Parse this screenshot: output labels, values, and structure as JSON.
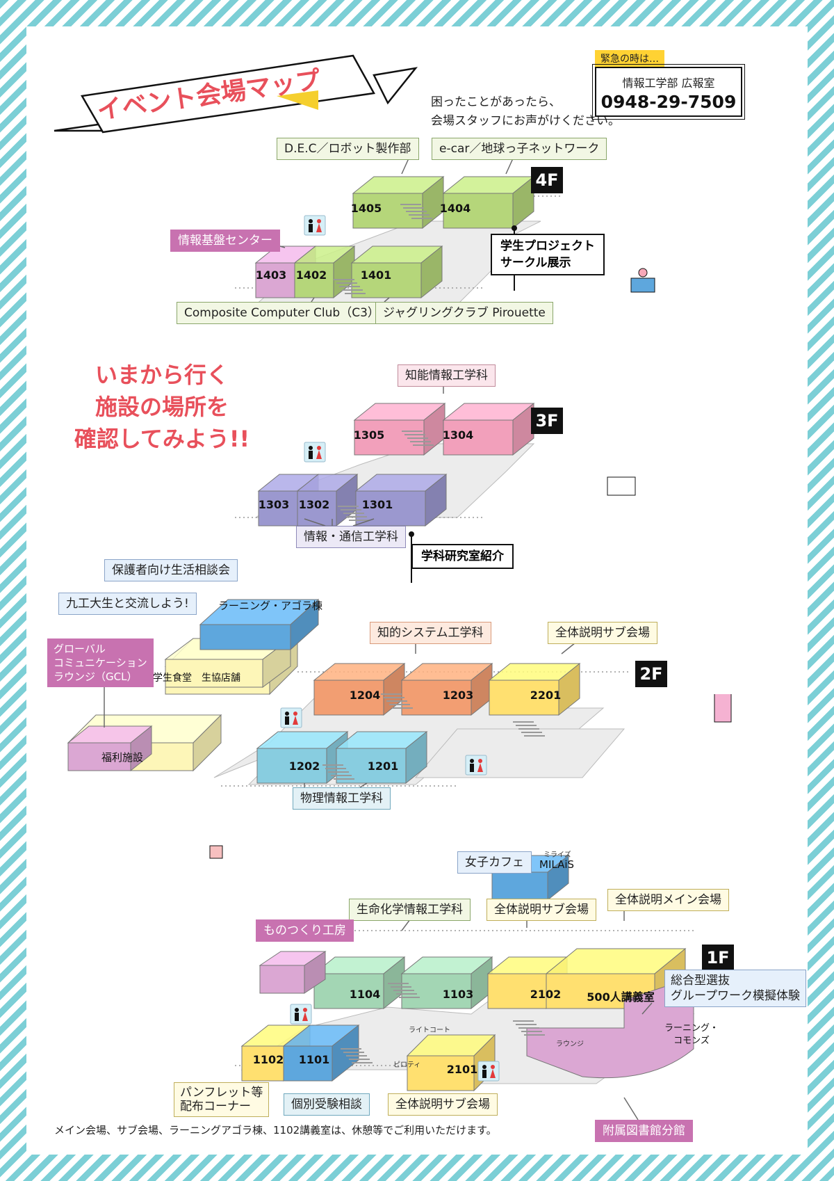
{
  "header": {
    "title": "イベント会場マップ",
    "help_line1": "困ったことがあったら、",
    "help_line2": "会場スタッフにお声がけください。",
    "emergency_tag": "緊急の時は…",
    "emergency_dept": "情報工学部 広報室",
    "emergency_phone": "0948-29-7509"
  },
  "message": {
    "line1": "いまから行く",
    "line2": "施設の場所を",
    "line3": "確認してみよう!!"
  },
  "flags": {
    "f4": "学生プロジェクト\nサークル展示",
    "f4_l1": "学生プロジェクト",
    "f4_l2": "サークル展示",
    "f3": "学科研究室紹介"
  },
  "floor4": {
    "floor": "4F",
    "rooms": [
      "1405",
      "1404",
      "1403",
      "1402",
      "1401"
    ],
    "labels": {
      "dec": "D.E.C／ロボット製作部",
      "ecar": "e-car／地球っ子ネットワーク",
      "center": "情報基盤センター",
      "c3": "Composite Computer Club（C3）",
      "juggling": "ジャグリングクラブ Pirouette"
    }
  },
  "floor3": {
    "floor": "3F",
    "rooms": [
      "1305",
      "1304",
      "1303",
      "1302",
      "1301"
    ],
    "labels": {
      "chino": "知能情報工学科",
      "tsushin": "情報・通信工学科"
    }
  },
  "floor2": {
    "floor": "2F",
    "rooms": [
      "1204",
      "1203",
      "2201",
      "1202",
      "1201"
    ],
    "labels": {
      "hogosha": "保護者向け生活相談会",
      "kouryu": "九工大生と交流しよう!",
      "agora": "ラーニング・アゴラ棟",
      "gcl1": "グローバル",
      "gcl2": "コミュニケーション",
      "gcl3": "ラウンジ（GCL）",
      "shokudo": "学生食堂",
      "seikyo": "生協店舗",
      "fukuri": "福利施設",
      "chiteki": "知的システム工学科",
      "sub": "全体説明サブ会場",
      "butsuri": "物理情報工学科"
    }
  },
  "floor1": {
    "floor": "1F",
    "rooms": [
      "1104",
      "1103",
      "2102",
      "500人講義室",
      "1102",
      "1101",
      "2101"
    ],
    "labels": {
      "joshi": "女子カフェ",
      "milais_ruby": "ミライズ",
      "milais": "MILAiS",
      "seimei": "生命化学情報工学科",
      "sub1": "全体説明サブ会場",
      "main": "全体説明メイン会場",
      "monotsukuri": "ものつくり工房",
      "sogo1": "総合型選抜",
      "sogo2": "グループワーク模擬体験",
      "commons1": "ラーニング・",
      "commons2": "コモンズ",
      "lightcourt": "ライトコート",
      "lounge": "ラウンジ",
      "piloti": "ピロティ",
      "pamph1": "パンフレット等",
      "pamph2": "配布コーナー",
      "kobetsu": "個別受験相談",
      "sub2": "全体説明サブ会場",
      "library": "附属図書館分館"
    }
  },
  "footer": "メイン会場、サブ会場、ラーニングアゴラ棟、1102講義室は、休憩等でご利用いただけます。",
  "colors": {
    "green": "#b5d67a",
    "pink": "#f2a0bb",
    "purple": "#9b98cf",
    "orange": "#f29e72",
    "yellow": "#ffe070",
    "sky": "#88cde0",
    "blue": "#5ea7dd",
    "magenta": "#dba7d3",
    "lightyellow": "#fdf6b8",
    "accent_red": "#e8505b",
    "stripe": "#7ccfd6"
  }
}
